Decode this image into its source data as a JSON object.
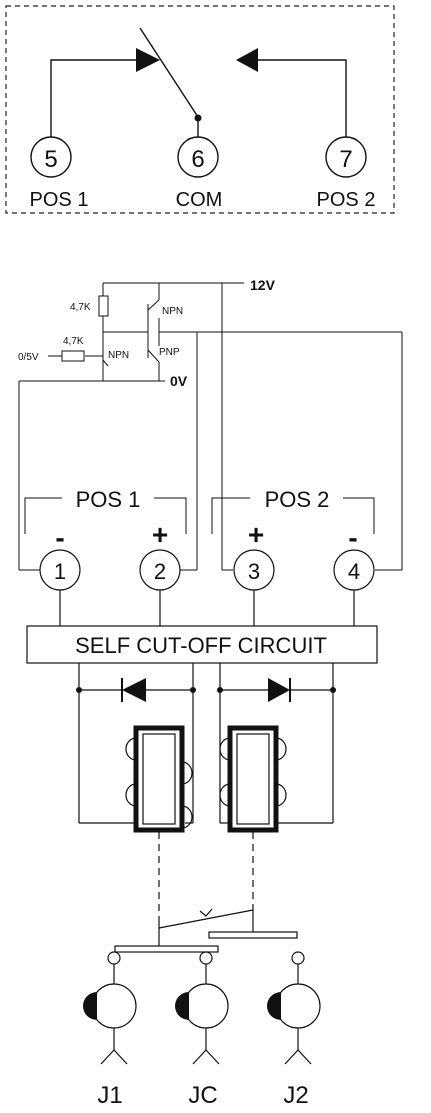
{
  "top_switch": {
    "terminals": [
      {
        "number": "5",
        "label": "POS 1"
      },
      {
        "number": "6",
        "label": "COM"
      },
      {
        "number": "7",
        "label": "POS 2"
      }
    ]
  },
  "driver": {
    "supply_label": "12V",
    "ground_label": "0V",
    "input_label": "0/5V",
    "resistor_top": "4,7K",
    "resistor_input": "4,7K",
    "npn_upper": "NPN",
    "pnp": "PNP",
    "npn_input": "NPN"
  },
  "positions": {
    "pos1_label": "POS 1",
    "pos2_label": "POS 2",
    "terminals": [
      {
        "number": "1",
        "sign": "-"
      },
      {
        "number": "2",
        "sign": "+"
      },
      {
        "number": "3",
        "sign": "+"
      },
      {
        "number": "4",
        "sign": "-"
      }
    ]
  },
  "self_cut_off_label": "SELF CUT-OFF CIRCUIT",
  "bottom_contacts": [
    "J1",
    "JC",
    "J2"
  ]
}
